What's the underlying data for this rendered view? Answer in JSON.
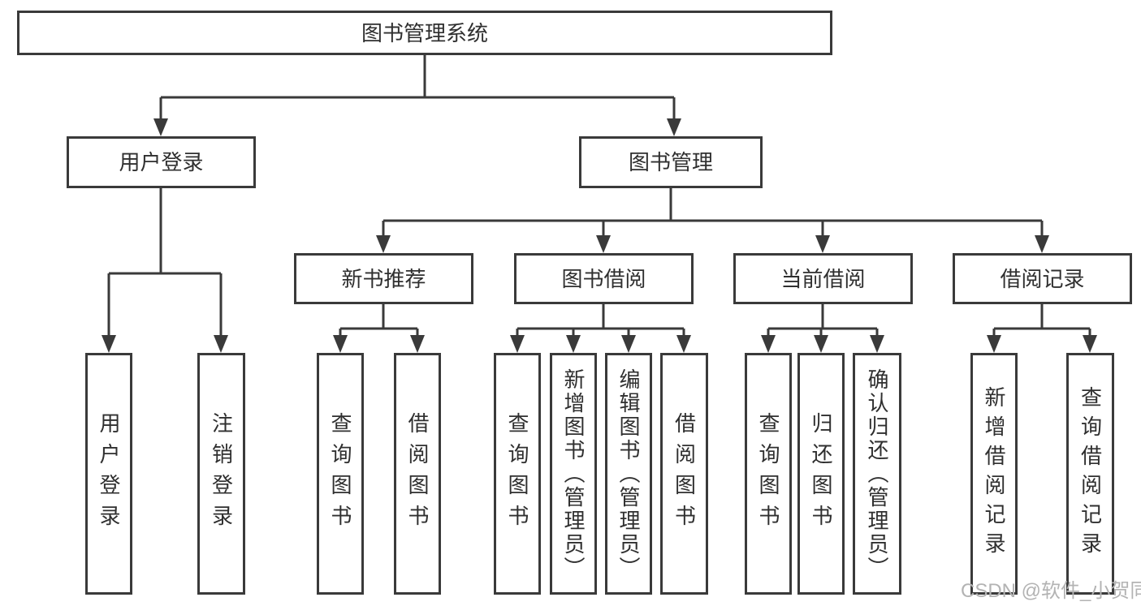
{
  "tree": {
    "label": "图书管理系统",
    "children": [
      {
        "label": "用户登录",
        "children": [
          {
            "label": "用户登录"
          },
          {
            "label": "注销登录"
          }
        ]
      },
      {
        "label": "图书管理",
        "children": [
          {
            "label": "新书推荐",
            "children": [
              {
                "label": "查询图书"
              },
              {
                "label": "借阅图书"
              }
            ]
          },
          {
            "label": "图书借阅",
            "children": [
              {
                "label": "查询图书"
              },
              {
                "label": "新增图书（管理员）"
              },
              {
                "label": "编辑图书（管理员）"
              },
              {
                "label": "借阅图书"
              }
            ]
          },
          {
            "label": "当前借阅",
            "children": [
              {
                "label": "查询图书"
              },
              {
                "label": "归还图书"
              },
              {
                "label": "确认归还（管理员）"
              }
            ]
          },
          {
            "label": "借阅记录",
            "children": [
              {
                "label": "新增借阅记录"
              },
              {
                "label": "查询借阅记录"
              }
            ]
          }
        ]
      }
    ]
  },
  "watermark": {
    "text": "CSDN @软件_小贺同学"
  },
  "colors": {
    "line": "#3a3a3a",
    "text": "#2f2f2f",
    "watermark": "#b3b3b3",
    "background": "#ffffff"
  }
}
